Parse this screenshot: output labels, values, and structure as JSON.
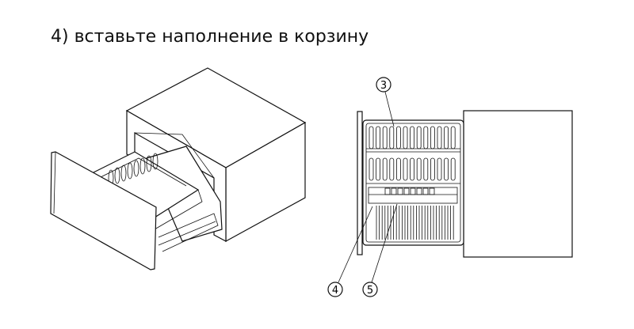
{
  "title": "4) вставьте наполнение в корзину",
  "callouts": [
    {
      "label": "3"
    },
    {
      "label": "4"
    },
    {
      "label": "5"
    }
  ],
  "colors": {
    "line": "#111111",
    "background": "#ffffff"
  }
}
